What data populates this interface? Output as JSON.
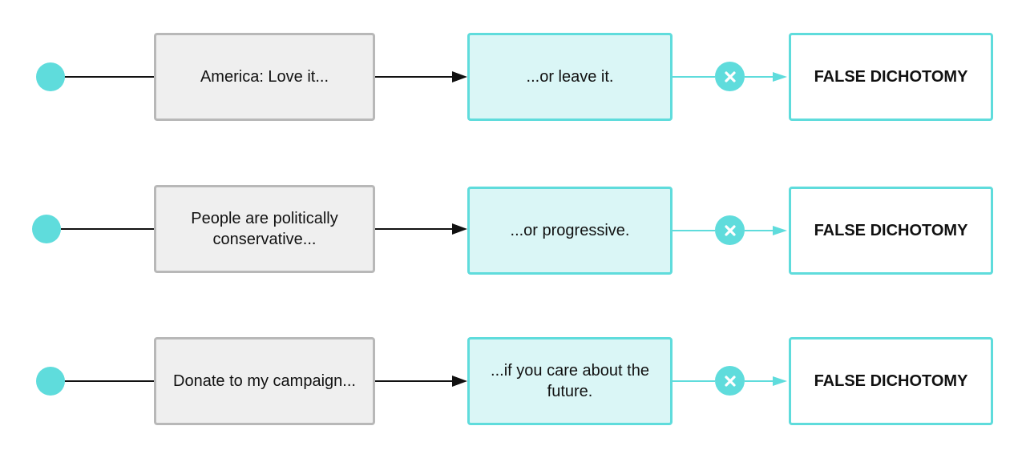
{
  "colors": {
    "accent": "#5fdcdc",
    "accent_fill": "#daf6f6",
    "neutral_fill": "#efefef",
    "neutral_border": "#b8b8b8",
    "line": "#111111"
  },
  "rows": [
    {
      "premise": "America: Love it...",
      "alternative": "...or leave it.",
      "verdict": "FALSE DICHOTOMY",
      "status_icon": "close-icon"
    },
    {
      "premise": "People are politically conservative...",
      "alternative": "...or progressive.",
      "verdict": "FALSE DICHOTOMY",
      "status_icon": "close-icon"
    },
    {
      "premise": "Donate to my campaign...",
      "alternative": "...if you care about the future.",
      "verdict": "FALSE DICHOTOMY",
      "status_icon": "close-icon"
    }
  ]
}
